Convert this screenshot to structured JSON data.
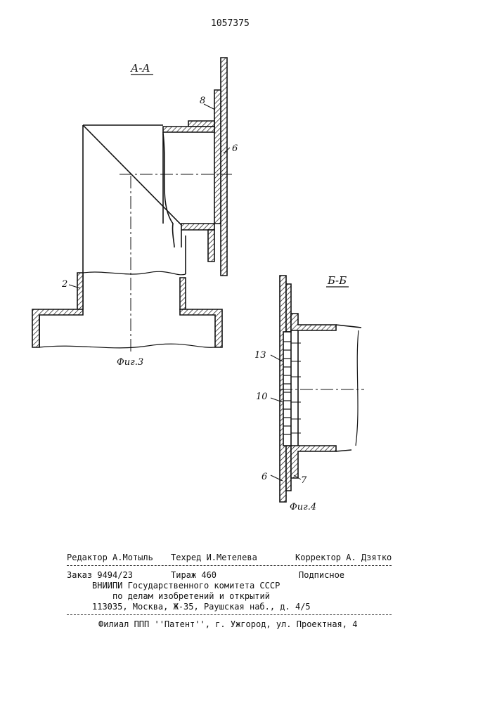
{
  "patent_number": "1057375",
  "figure3": {
    "section_label": "А-А",
    "caption": "Фиг.3",
    "callouts": {
      "c8": "8",
      "c6": "6",
      "c2": "2"
    }
  },
  "figure4": {
    "section_label": "Б-Б",
    "caption": "Фиг.4",
    "callouts": {
      "c13": "13",
      "c10": "10",
      "c6": "6",
      "c7": "7"
    }
  },
  "colophon": {
    "editor": "Редактор А.Мотыль",
    "techred": "Техред И.Метелева",
    "corrector": "Корректор А. Дзятко",
    "order": "Заказ 9494/23",
    "circulation": "Тираж 460",
    "subscription": "Подписное",
    "org_line1": "ВНИИПИ Государственного комитета СССР",
    "org_line2": "по делам изобретений и открытий",
    "address": "113035, Москва, Ж-35, Раушская наб., д. 4/5",
    "branch": "Филиал ППП ''Патент'', г. Ужгород, ул. Проектная, 4"
  }
}
